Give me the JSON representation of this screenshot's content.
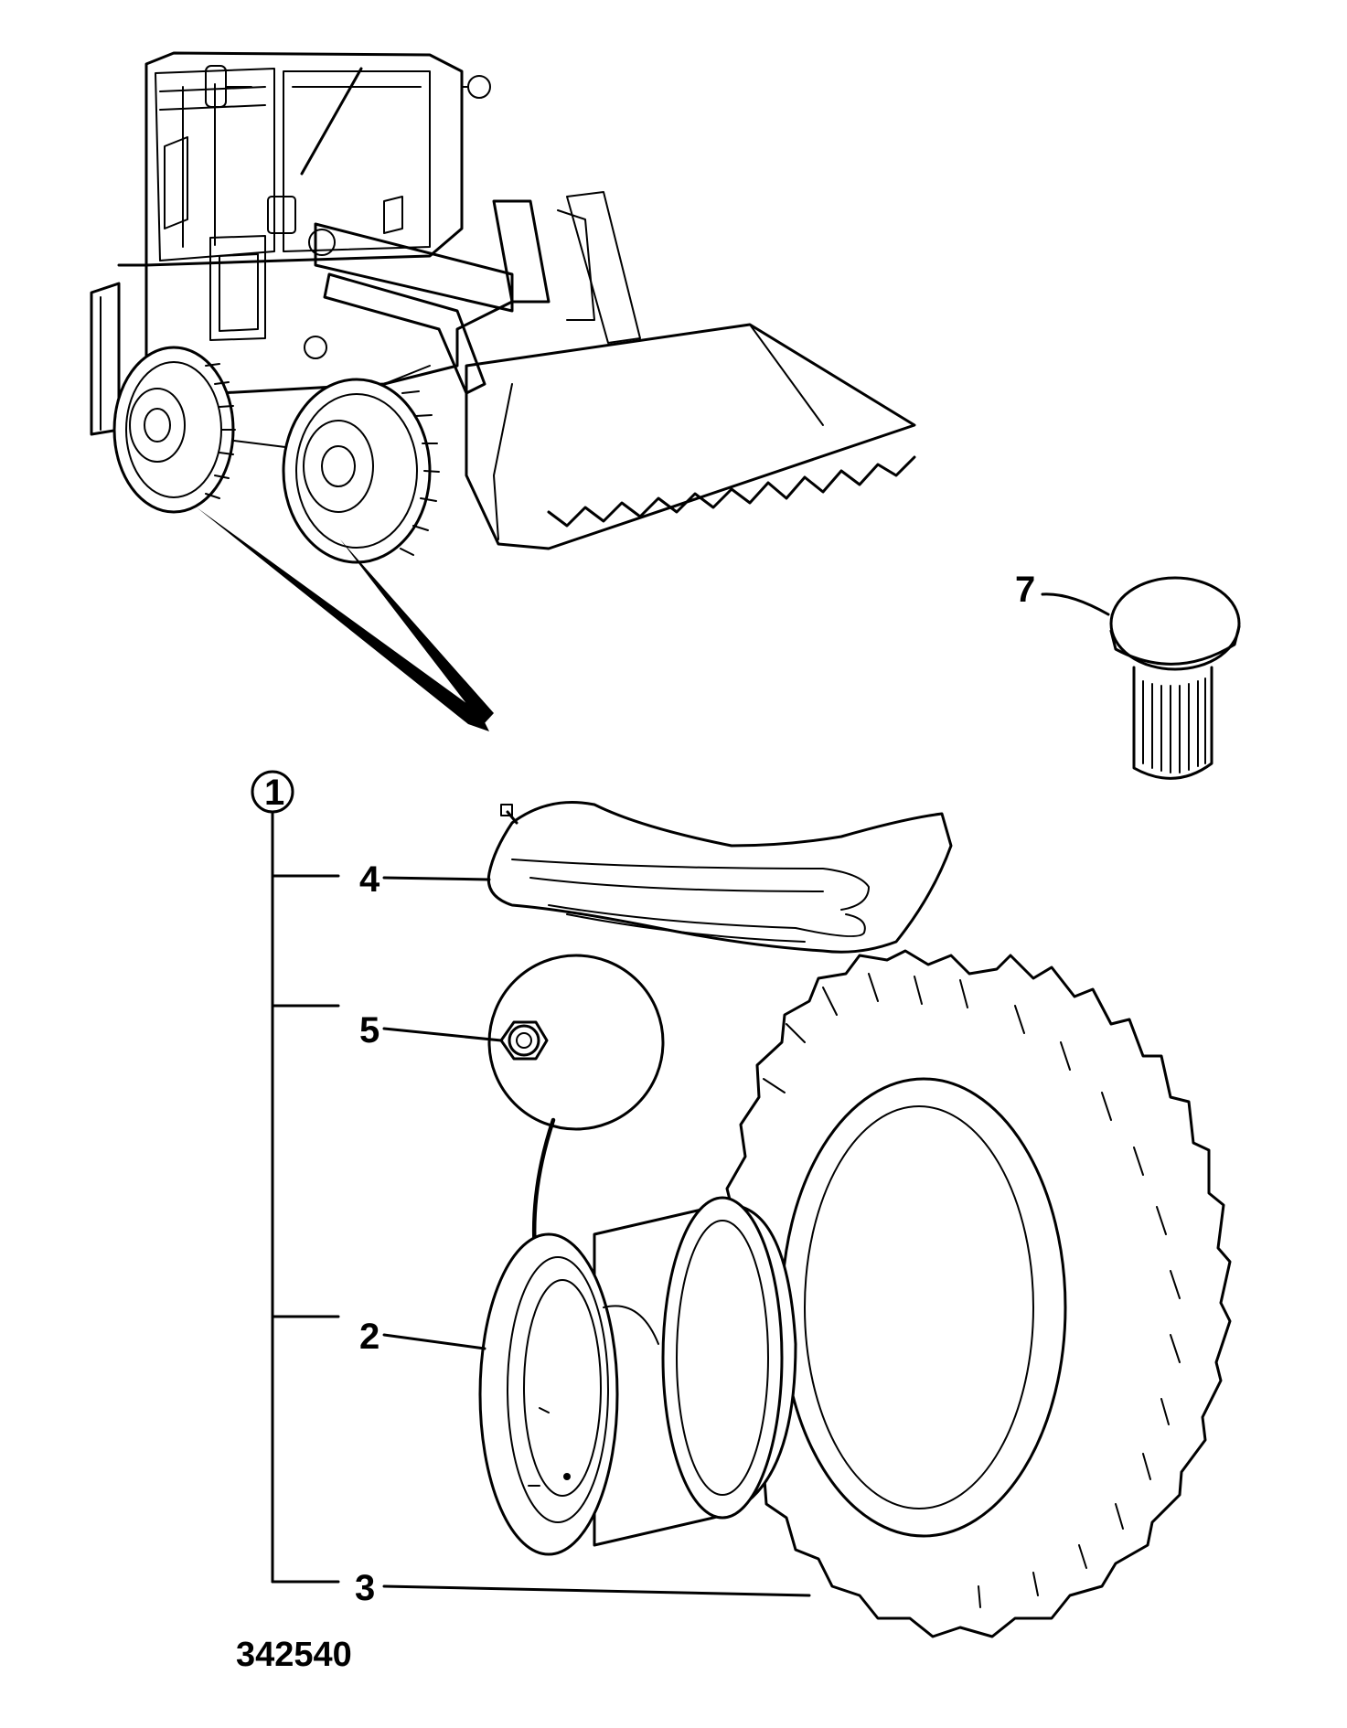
{
  "figure_number": "342540",
  "callouts": {
    "item_1": "1",
    "item_2": "2",
    "item_3": "3",
    "item_4": "4",
    "item_5": "5",
    "item_7": "7"
  }
}
